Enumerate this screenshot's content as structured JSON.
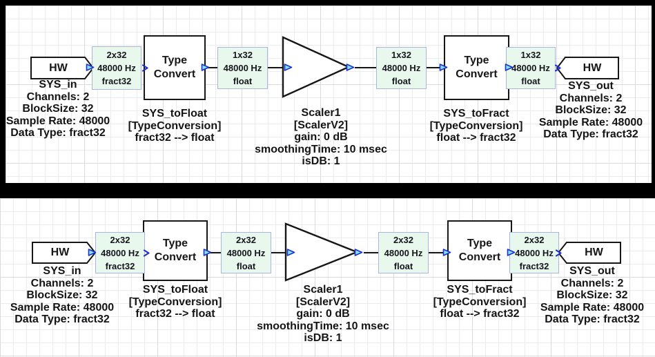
{
  "palette": {
    "canvas_bg": "#ffffff",
    "frame_bg": "#000000",
    "grid_line": "#ebecef",
    "wirebox_bg": "#e9f8ec",
    "wirebox_border": "#a9b4e0",
    "pin_fill": "#7de1ef",
    "pin_stroke": "#1f2fd0",
    "block_stroke": "#161616"
  },
  "panels": [
    {
      "hw_in": {
        "label": "HW",
        "annotations": [
          "SYS_in",
          "Channels: 2",
          "BlockSize: 32",
          "Sample Rate: 48000",
          "Data Type: fract32"
        ]
      },
      "wire_in": {
        "lines": [
          "2x32",
          "48000 Hz",
          "fract32"
        ]
      },
      "type_convert_in": {
        "label_lines": [
          "Type",
          "Convert"
        ],
        "annotations": [
          "SYS_toFloat",
          "[TypeConversion]",
          "fract32 --> float"
        ]
      },
      "wire_pre_scaler": {
        "lines": [
          "1x32",
          "48000 Hz",
          "float"
        ]
      },
      "scaler": {
        "annotations": [
          "Scaler1",
          "[ScalerV2]",
          "gain: 0 dB",
          "smoothingTime: 10 msec",
          "isDB: 1"
        ]
      },
      "wire_post_scaler": {
        "lines": [
          "1x32",
          "48000 Hz",
          "float"
        ]
      },
      "type_convert_out": {
        "label_lines": [
          "Type",
          "Convert"
        ],
        "annotations": [
          "SYS_toFract",
          "[TypeConversion]",
          "float --> fract32"
        ]
      },
      "wire_out": {
        "lines": [
          "1x32",
          "48000 Hz",
          "float"
        ]
      },
      "hw_out": {
        "label": "HW",
        "annotations": [
          "SYS_out",
          "Channels: 2",
          "BlockSize: 32",
          "Sample Rate: 48000",
          "Data Type: fract32"
        ]
      }
    },
    {
      "hw_in": {
        "label": "HW",
        "annotations": [
          "SYS_in",
          "Channels: 2",
          "BlockSize: 32",
          "Sample Rate: 48000",
          "Data Type: fract32"
        ]
      },
      "wire_in": {
        "lines": [
          "2x32",
          "48000 Hz",
          "fract32"
        ]
      },
      "type_convert_in": {
        "label_lines": [
          "Type",
          "Convert"
        ],
        "annotations": [
          "SYS_toFloat",
          "[TypeConversion]",
          "fract32 --> float"
        ]
      },
      "wire_pre_scaler": {
        "lines": [
          "2x32",
          "48000 Hz",
          "float"
        ]
      },
      "scaler": {
        "annotations": [
          "Scaler1",
          "[ScalerV2]",
          "gain: 0 dB",
          "smoothingTime: 10 msec",
          "isDB: 1"
        ]
      },
      "wire_post_scaler": {
        "lines": [
          "2x32",
          "48000 Hz",
          "float"
        ]
      },
      "type_convert_out": {
        "label_lines": [
          "Type",
          "Convert"
        ],
        "annotations": [
          "SYS_toFract",
          "[TypeConversion]",
          "float --> fract32"
        ]
      },
      "wire_out": {
        "lines": [
          "2x32",
          "48000 Hz",
          "fract32"
        ]
      },
      "hw_out": {
        "label": "HW",
        "annotations": [
          "SYS_out",
          "Channels: 2",
          "BlockSize: 32",
          "Sample Rate: 48000",
          "Data Type: fract32"
        ]
      }
    }
  ]
}
